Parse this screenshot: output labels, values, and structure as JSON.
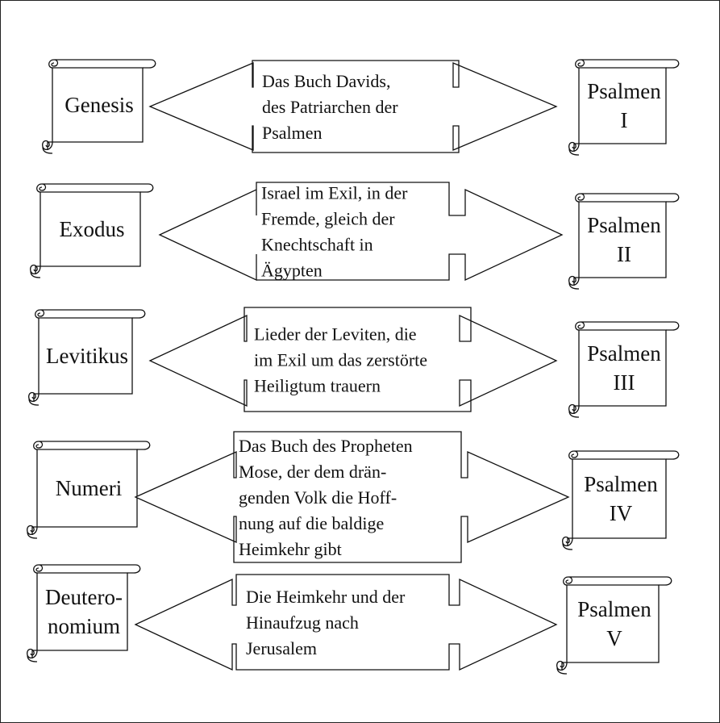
{
  "rows": [
    {
      "left_book": [
        "Genesis"
      ],
      "center_text": [
        "Das Buch Davids,",
        "des Patriarchen der",
        "Psalmen"
      ],
      "right_book": [
        "Psalmen",
        "I"
      ]
    },
    {
      "left_book": [
        "Exodus"
      ],
      "center_text": [
        "Israel im Exil, in der",
        "Fremde, gleich der",
        "Knechtschaft in",
        "Ägypten"
      ],
      "right_book": [
        "Psalmen",
        "II"
      ]
    },
    {
      "left_book": [
        "Levitikus"
      ],
      "center_text": [
        "Lieder der Leviten, die",
        "im Exil um das zerstörte",
        "Heiligtum trauern"
      ],
      "right_book": [
        "Psalmen",
        "III"
      ]
    },
    {
      "left_book": [
        "Numeri"
      ],
      "center_text": [
        "Das Buch des Propheten",
        "Mose, der dem drän-",
        "genden Volk die Hoff-",
        "nung auf die baldige",
        "Heimkehr gibt"
      ],
      "right_book": [
        "Psalmen",
        "IV"
      ]
    },
    {
      "left_book": [
        "Deutero-",
        "nomium"
      ],
      "center_text": [
        "Die Heimkehr und der",
        "Hinaufzug nach",
        "Jerusalem"
      ],
      "right_book": [
        "Psalmen",
        "V"
      ]
    }
  ]
}
